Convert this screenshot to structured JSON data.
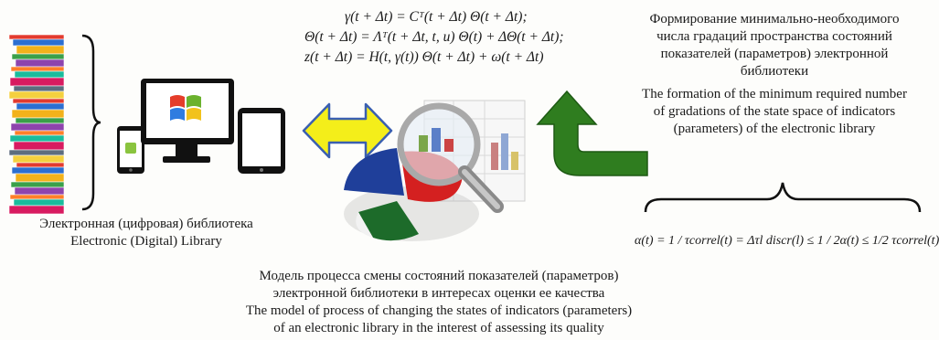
{
  "library_caption": {
    "ru": "Электронная (цифровая) библиотека",
    "en": "Electronic (Digital) Library"
  },
  "model_equations": [
    "γ(t + Δt) = Cᵀ(t + Δt) Θ(t + Δt);",
    "Θ(t + Δt) = Λᵀ(t + Δt, t, u) Θ(t) + ΔΘ(t + Δt);",
    "z(t + Δt) = H(t, γ(t)) Θ(t + Δt) + ω(t + Δt)"
  ],
  "gradation_caption": {
    "ru": "Формирование минимально-необходимого числа градаций пространства состояний показателей (параметров) электронной библиотеки",
    "en": "The formation of the minimum required number of gradations of the state space of indicators (parameters) of the electronic library"
  },
  "gradation_formula": "α(t) = 1 / τcorrel(t) = Δτl discr(l) ≤ 1 / 2α(t) ≤ 1/2 τcorrel(t)",
  "model_caption": {
    "ru": "Модель процесса смены состояний показателей (параметров) электронной библиотеки в интересах оценки ее качества",
    "en": "The model of process of changing the states of indicators (parameters) of an electronic library in the interest of assessing its quality"
  },
  "colors": {
    "double_arrow_fill": "#f4ee1a",
    "double_arrow_stroke": "#3a5fb0",
    "curved_arrow": "#2f7d1f",
    "pie_blue": "#1f3f9a",
    "pie_red": "#d42020",
    "pie_green": "#1d6b2a",
    "pie_white": "#f2f2f2"
  },
  "icons": [
    "books-stack-icon",
    "brace-icon",
    "smartphone-icon",
    "monitor-icon",
    "tablet-icon",
    "magnifier-icon",
    "pie-chart-icon",
    "double-arrow-icon",
    "curved-arrow-icon"
  ]
}
